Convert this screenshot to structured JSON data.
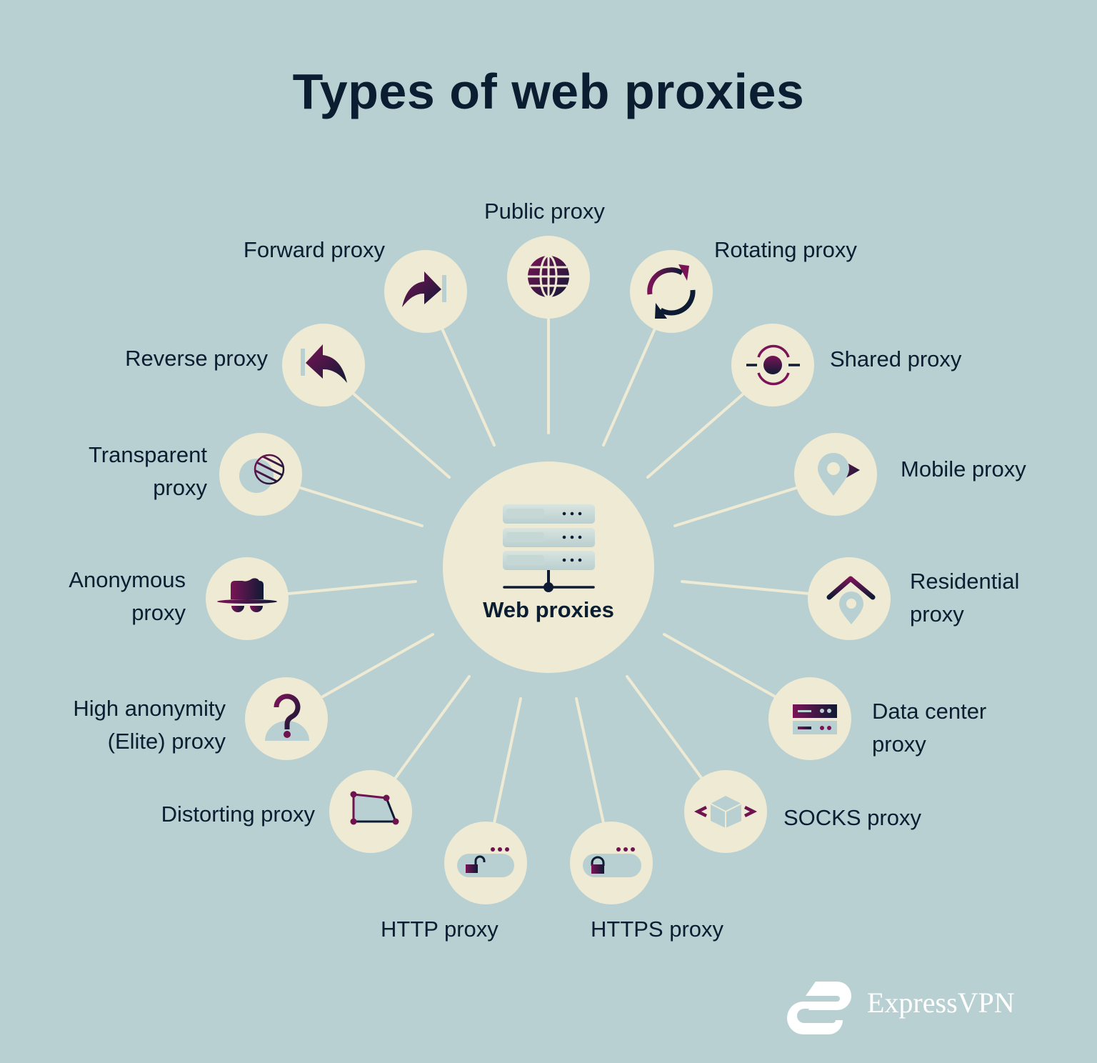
{
  "title": "Types of web proxies",
  "center": {
    "label": "Web proxies",
    "icon": "server-stack-icon"
  },
  "colors": {
    "background": "#b8d0d2",
    "node_fill": "#eeead4",
    "spoke": "#eeead4",
    "text": "#0b1d30",
    "accent_magenta": "#6e1250",
    "accent_navy": "#0f1a33"
  },
  "nodes": [
    {
      "id": "public",
      "label": "Public proxy",
      "lines": [
        "Public proxy"
      ],
      "icon": "globe-icon"
    },
    {
      "id": "rotating",
      "label": "Rotating proxy",
      "lines": [
        "Rotating proxy"
      ],
      "icon": "rotate-arrows-icon"
    },
    {
      "id": "shared",
      "label": "Shared proxy",
      "lines": [
        "Shared proxy"
      ],
      "icon": "shared-node-icon"
    },
    {
      "id": "mobile",
      "label": "Mobile proxy",
      "lines": [
        "Mobile proxy"
      ],
      "icon": "location-pin-arrow-icon"
    },
    {
      "id": "residential",
      "label": "Residential proxy",
      "lines": [
        "Residential",
        "proxy"
      ],
      "icon": "house-pin-icon"
    },
    {
      "id": "datacenter",
      "label": "Data center proxy",
      "lines": [
        "Data center",
        "proxy"
      ],
      "icon": "server-rack-icon"
    },
    {
      "id": "socks",
      "label": "SOCKS proxy",
      "lines": [
        "SOCKS proxy"
      ],
      "icon": "code-cube-icon"
    },
    {
      "id": "https",
      "label": "HTTPS proxy",
      "lines": [
        "HTTPS proxy"
      ],
      "icon": "locked-padlock-icon"
    },
    {
      "id": "http",
      "label": "HTTP proxy",
      "lines": [
        "HTTP proxy"
      ],
      "icon": "unlocked-padlock-icon"
    },
    {
      "id": "distorting",
      "label": "Distorting proxy",
      "lines": [
        "Distorting proxy"
      ],
      "icon": "distorted-shape-icon"
    },
    {
      "id": "elite",
      "label": "High anonymity (Elite) proxy",
      "lines": [
        "High anonymity",
        "(Elite) proxy"
      ],
      "icon": "question-person-icon"
    },
    {
      "id": "anonymous",
      "label": "Anonymous proxy",
      "lines": [
        "Anonymous",
        "proxy"
      ],
      "icon": "spy-hat-glasses-icon"
    },
    {
      "id": "transparent",
      "label": "Transparent proxy",
      "lines": [
        "Transparent",
        "proxy"
      ],
      "icon": "transparent-ball-icon"
    },
    {
      "id": "reverse",
      "label": "Reverse proxy",
      "lines": [
        "Reverse proxy"
      ],
      "icon": "reverse-arrow-icon"
    },
    {
      "id": "forward",
      "label": "Forward proxy",
      "lines": [
        "Forward proxy"
      ],
      "icon": "forward-arrow-icon"
    }
  ],
  "brand": {
    "name": "ExpressVPN",
    "icon": "expressvpn-logo-icon"
  }
}
